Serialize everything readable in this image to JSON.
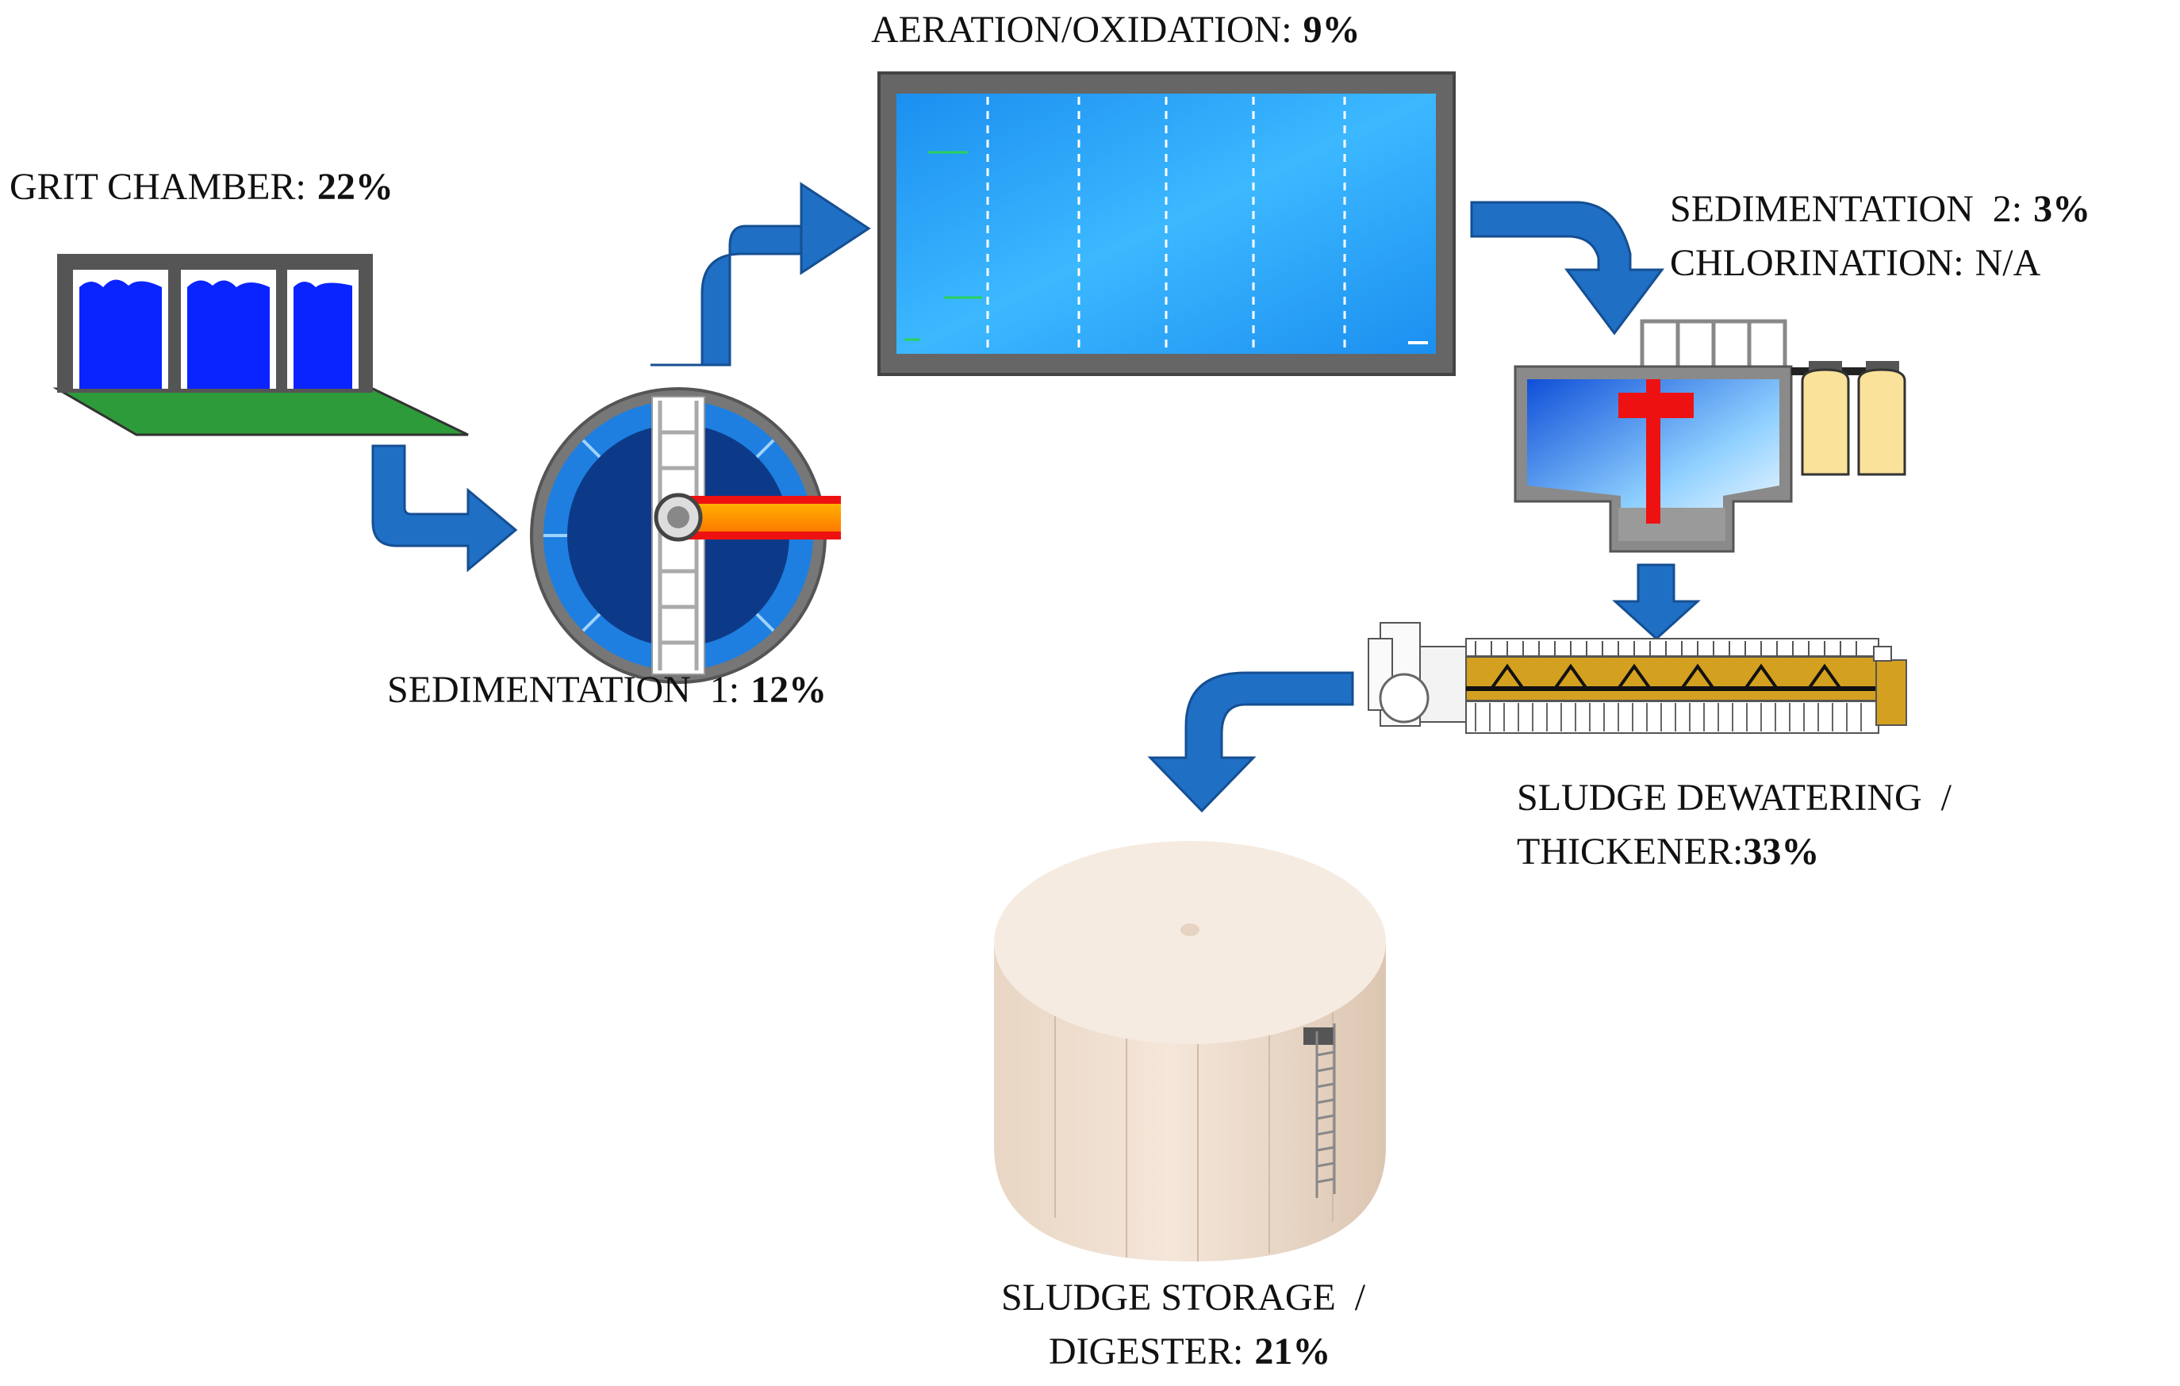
{
  "stages": {
    "grit": {
      "name": "GRIT CHAMBER:",
      "value": "22%"
    },
    "sed1": {
      "name": "SEDIMENTATION  1:",
      "value": "12%"
    },
    "aeration": {
      "name": "AERATION/OXIDATION:",
      "value": "9%"
    },
    "sed2": {
      "name": "SEDIMENTATION  2:",
      "value": "3%"
    },
    "chlorination": {
      "name": "CHLORINATION:",
      "value": "N/A"
    },
    "dewatering": {
      "line1": "SLUDGE DEWATERING  /",
      "name": "THICKENER:",
      "value": "33%"
    },
    "storage": {
      "line1": "SLUDGE STORAGE  /",
      "name": "DIGESTER:",
      "value": "21%"
    }
  },
  "colors": {
    "arrow": "#1f6fc5",
    "water": "#0a24ff",
    "basin_fill": "#1aa3ff",
    "frame": "#555555",
    "green_floor": "#2e9b3a",
    "clarifier_ring": "#1e7fe0",
    "clarifier_core": "#0d3a88",
    "red_rake": "#ee1111",
    "chlorine_tank": "#fbe29a",
    "screw_gold": "#d4a020",
    "tank_body": "#f3e5d8"
  },
  "icons": [
    "flow-arrow-icon",
    "grit-chamber-icon",
    "clarifier-icon",
    "aeration-basin-icon",
    "secondary-clarifier-icon",
    "chlorine-tanks-icon",
    "screw-press-icon",
    "storage-tank-icon"
  ]
}
